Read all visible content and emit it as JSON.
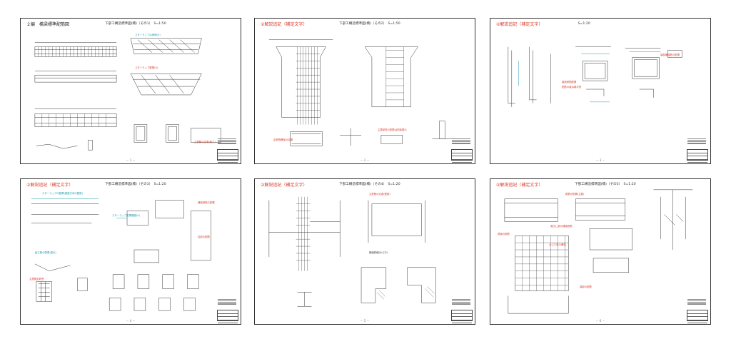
{
  "sheets": [
    {
      "id": "sheet1",
      "section_title": "２編　橋梁標準配筋図",
      "title_color": "black",
      "drawing_title": "下部工構造標準図(橋)（その1）",
      "scale": "S=1:50",
      "page_number": "－ 1 －",
      "notes": [
        {
          "text": "スターラップは両側(U)",
          "color": "cyan"
        },
        {
          "text": "スターラップ配置(U)",
          "color": "red"
        },
        {
          "text": "主鉄筋の定着(長さ)",
          "color": "red"
        }
      ]
    },
    {
      "id": "sheet2",
      "section_title": "②解説追記（補足文字）",
      "title_color": "red",
      "drawing_title": "下部工構造標準図(橋)（その2）",
      "scale": "S=1:50",
      "page_number": "－ 2 －",
      "notes": [
        {
          "text": "主要部材の配筋は別途図示",
          "color": "red"
        },
        {
          "text": "定着長確保の区間",
          "color": "red"
        }
      ]
    },
    {
      "id": "sheet3",
      "section_title": "②解説追記（補足文字）",
      "title_color": "red",
      "drawing_title": "",
      "scale": "S=1:20",
      "page_number": "－ 3 －",
      "notes": [
        {
          "text": "構造鉄筋配置",
          "color": "red"
        },
        {
          "text": "配筋の重ね継手長",
          "color": "red"
        },
        {
          "text": "端部補強筋の配置",
          "color": "red"
        }
      ]
    },
    {
      "id": "sheet4",
      "section_title": "②解説追記（補足文字）",
      "title_color": "red",
      "drawing_title": "下部工構造標準図(橋)（その3）",
      "scale": "S=1:20",
      "page_number": "－ 4 －",
      "notes": [
        {
          "text": "スターラップの配置(縦断方向の配筋)",
          "color": "cyan"
        },
        {
          "text": "スターラップ配置範囲(U)",
          "color": "cyan"
        },
        {
          "text": "組立筋の配置(重ね)",
          "color": "cyan"
        },
        {
          "text": "主鉄筋定着長",
          "color": "red"
        },
        {
          "text": "補強鉄筋の配置",
          "color": "red"
        },
        {
          "text": "柱部の配筋",
          "color": "red"
        }
      ]
    },
    {
      "id": "sheet5",
      "section_title": "②解説追記（補足文字）",
      "title_color": "red",
      "drawing_title": "下部工構造標準図(橋)（その4）",
      "scale": "S=1:20",
      "page_number": "－ 5 －",
      "notes": [
        {
          "text": "主鉄筋の定着(壁部)",
          "color": "red"
        },
        {
          "text": "断面詳細(かぶり)",
          "color": "black"
        }
      ]
    },
    {
      "id": "sheet6",
      "section_title": "②解説追記（補足文字）",
      "title_color": "red",
      "drawing_title": "下部工構造標準図(橋)（その5）",
      "scale": "S=1:20",
      "page_number": "－ 6 －",
      "notes": [
        {
          "text": "配筋の配置(主筋)",
          "color": "red"
        },
        {
          "text": "張出し部の補強鉄筋",
          "color": "red"
        },
        {
          "text": "底版の配筋",
          "color": "red"
        },
        {
          "text": "かぶり厚の確保",
          "color": "red"
        },
        {
          "text": "端部の配筋",
          "color": "red"
        }
      ]
    }
  ]
}
